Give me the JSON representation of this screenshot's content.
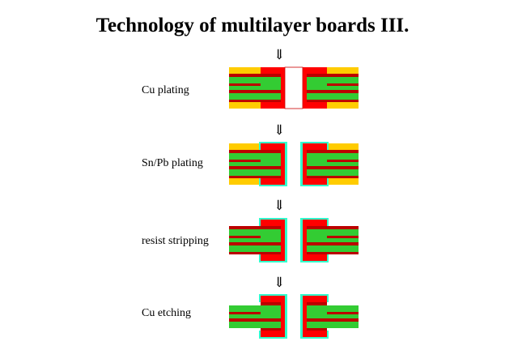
{
  "title": "Technology of multilayer boards III.",
  "steps": [
    {
      "label": "Cu plating",
      "arrow": "⇓"
    },
    {
      "label": "Sn/Pb plating",
      "arrow": "⇓"
    },
    {
      "label": "resist stripping",
      "arrow": "⇓"
    },
    {
      "label": "Cu etching",
      "arrow": "⇓"
    }
  ],
  "colors": {
    "core": "#33cc33",
    "inner_cu": "#bb0000",
    "plated_cu": "#ff0000",
    "resist": "#ffcc00",
    "tin_lead": "#33ffcc",
    "hole": "#ffffff"
  }
}
